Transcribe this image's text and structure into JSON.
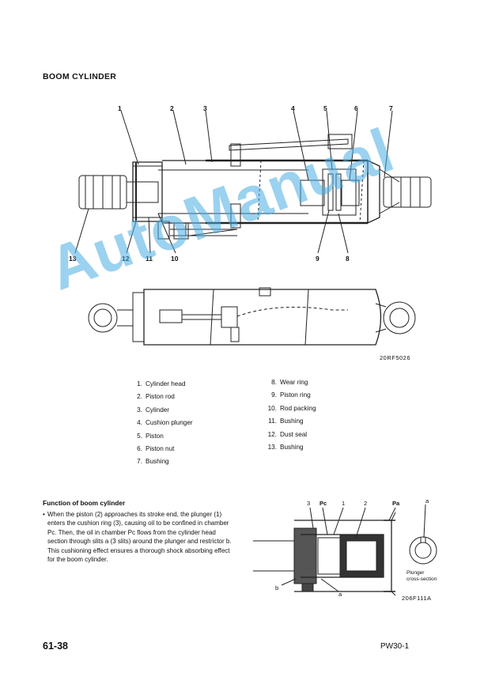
{
  "page": {
    "title": "BOOM CYLINDER",
    "figure_code_1": "20RF5026",
    "figure_code_2": "206F111A",
    "watermark": "AutoManual",
    "page_number": "61-38",
    "model": "PW30-1"
  },
  "callouts_top": [
    "1",
    "2",
    "3",
    "4",
    "5",
    "6",
    "7"
  ],
  "callouts_bottom": [
    "13",
    "12",
    "11",
    "10",
    "9",
    "8"
  ],
  "parts_left": [
    {
      "num": "1.",
      "name": "Cylinder head"
    },
    {
      "num": "2.",
      "name": "Piston rod"
    },
    {
      "num": "3.",
      "name": "Cylinder"
    },
    {
      "num": "4.",
      "name": "Cushion plunger"
    },
    {
      "num": "5.",
      "name": "Piston"
    },
    {
      "num": "6.",
      "name": "Piston nut"
    },
    {
      "num": "7.",
      "name": "Bushing"
    }
  ],
  "parts_right": [
    {
      "num": "8.",
      "name": "Wear ring"
    },
    {
      "num": "9.",
      "name": "Piston ring"
    },
    {
      "num": "10.",
      "name": "Rod packing"
    },
    {
      "num": "11.",
      "name": "Bushing"
    },
    {
      "num": "12.",
      "name": "Dust seal"
    },
    {
      "num": "13.",
      "name": "Bushing"
    }
  ],
  "function": {
    "heading": "Function of boom cylinder",
    "bullet": "•",
    "text": "When the piston (2) approaches its stroke end, the plunger (1) enters the cushion ring (3), causing oil to be confined in chamber Pc. Then, the oil in chamber Pc flows from the cylinder head section through slits a (3 slits) around the plunger and restrictor b. This cushioning effect ensures a thorough shock absorbing effect for the boom cylinder."
  },
  "detail_labels": {
    "l3": "3",
    "pc": "Pc",
    "l1": "1",
    "l2": "2",
    "pa": "Pa",
    "a_top": "a",
    "b": "b",
    "a_bottom": "a",
    "plunger1": "Plunger",
    "plunger2": "cross-section"
  }
}
